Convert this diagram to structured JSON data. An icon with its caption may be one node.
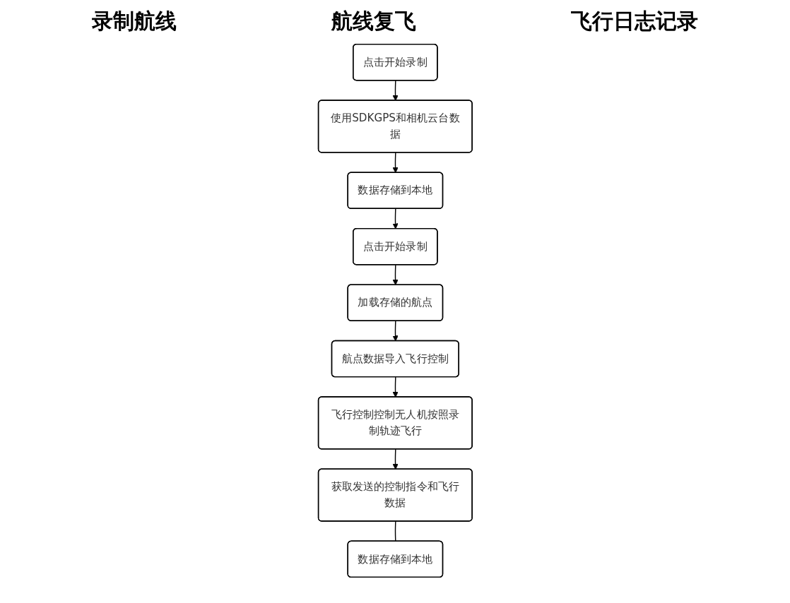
{
  "diagram": {
    "nodes": [
      {
        "text": [
          "点击开始录制"
        ]
      },
      {
        "text": [
          "使用SDKGPS和相机云台数据"
        ]
      },
      {
        "text": [
          "数据存储到本地"
        ]
      },
      {
        "text": [
          "点击开始录制"
        ]
      },
      {
        "text": [
          "加载存储的航点"
        ]
      },
      {
        "text": [
          "航点数据导入飞行控制"
        ]
      },
      {
        "text": [
          "飞行控制控制无人机按照录制轨迹飞行"
        ]
      },
      {
        "text": [
          "获取发送的控制指令和飞行数据"
        ]
      },
      {
        "text": [
          "数据存储到本地"
        ]
      }
    ],
    "edges": [
      {
        "from": 0,
        "to": 1,
        "arrow": "to"
      },
      {
        "from": 1,
        "to": 2,
        "arrow": "to"
      },
      {
        "from": 2,
        "to": 3,
        "arrow": "to"
      },
      {
        "from": 3,
        "to": 4,
        "arrow": "to"
      },
      {
        "from": 4,
        "to": 5,
        "arrow": "to"
      },
      {
        "from": 5,
        "to": 6,
        "arrow": "to"
      },
      {
        "from": 6,
        "to": 7,
        "arrow": "to"
      },
      {
        "from": 7,
        "to": 8,
        "arrow": "none"
      }
    ],
    "labels": [
      "录制航线",
      "航线复飞",
      "飞行日志记录"
    ]
  }
}
